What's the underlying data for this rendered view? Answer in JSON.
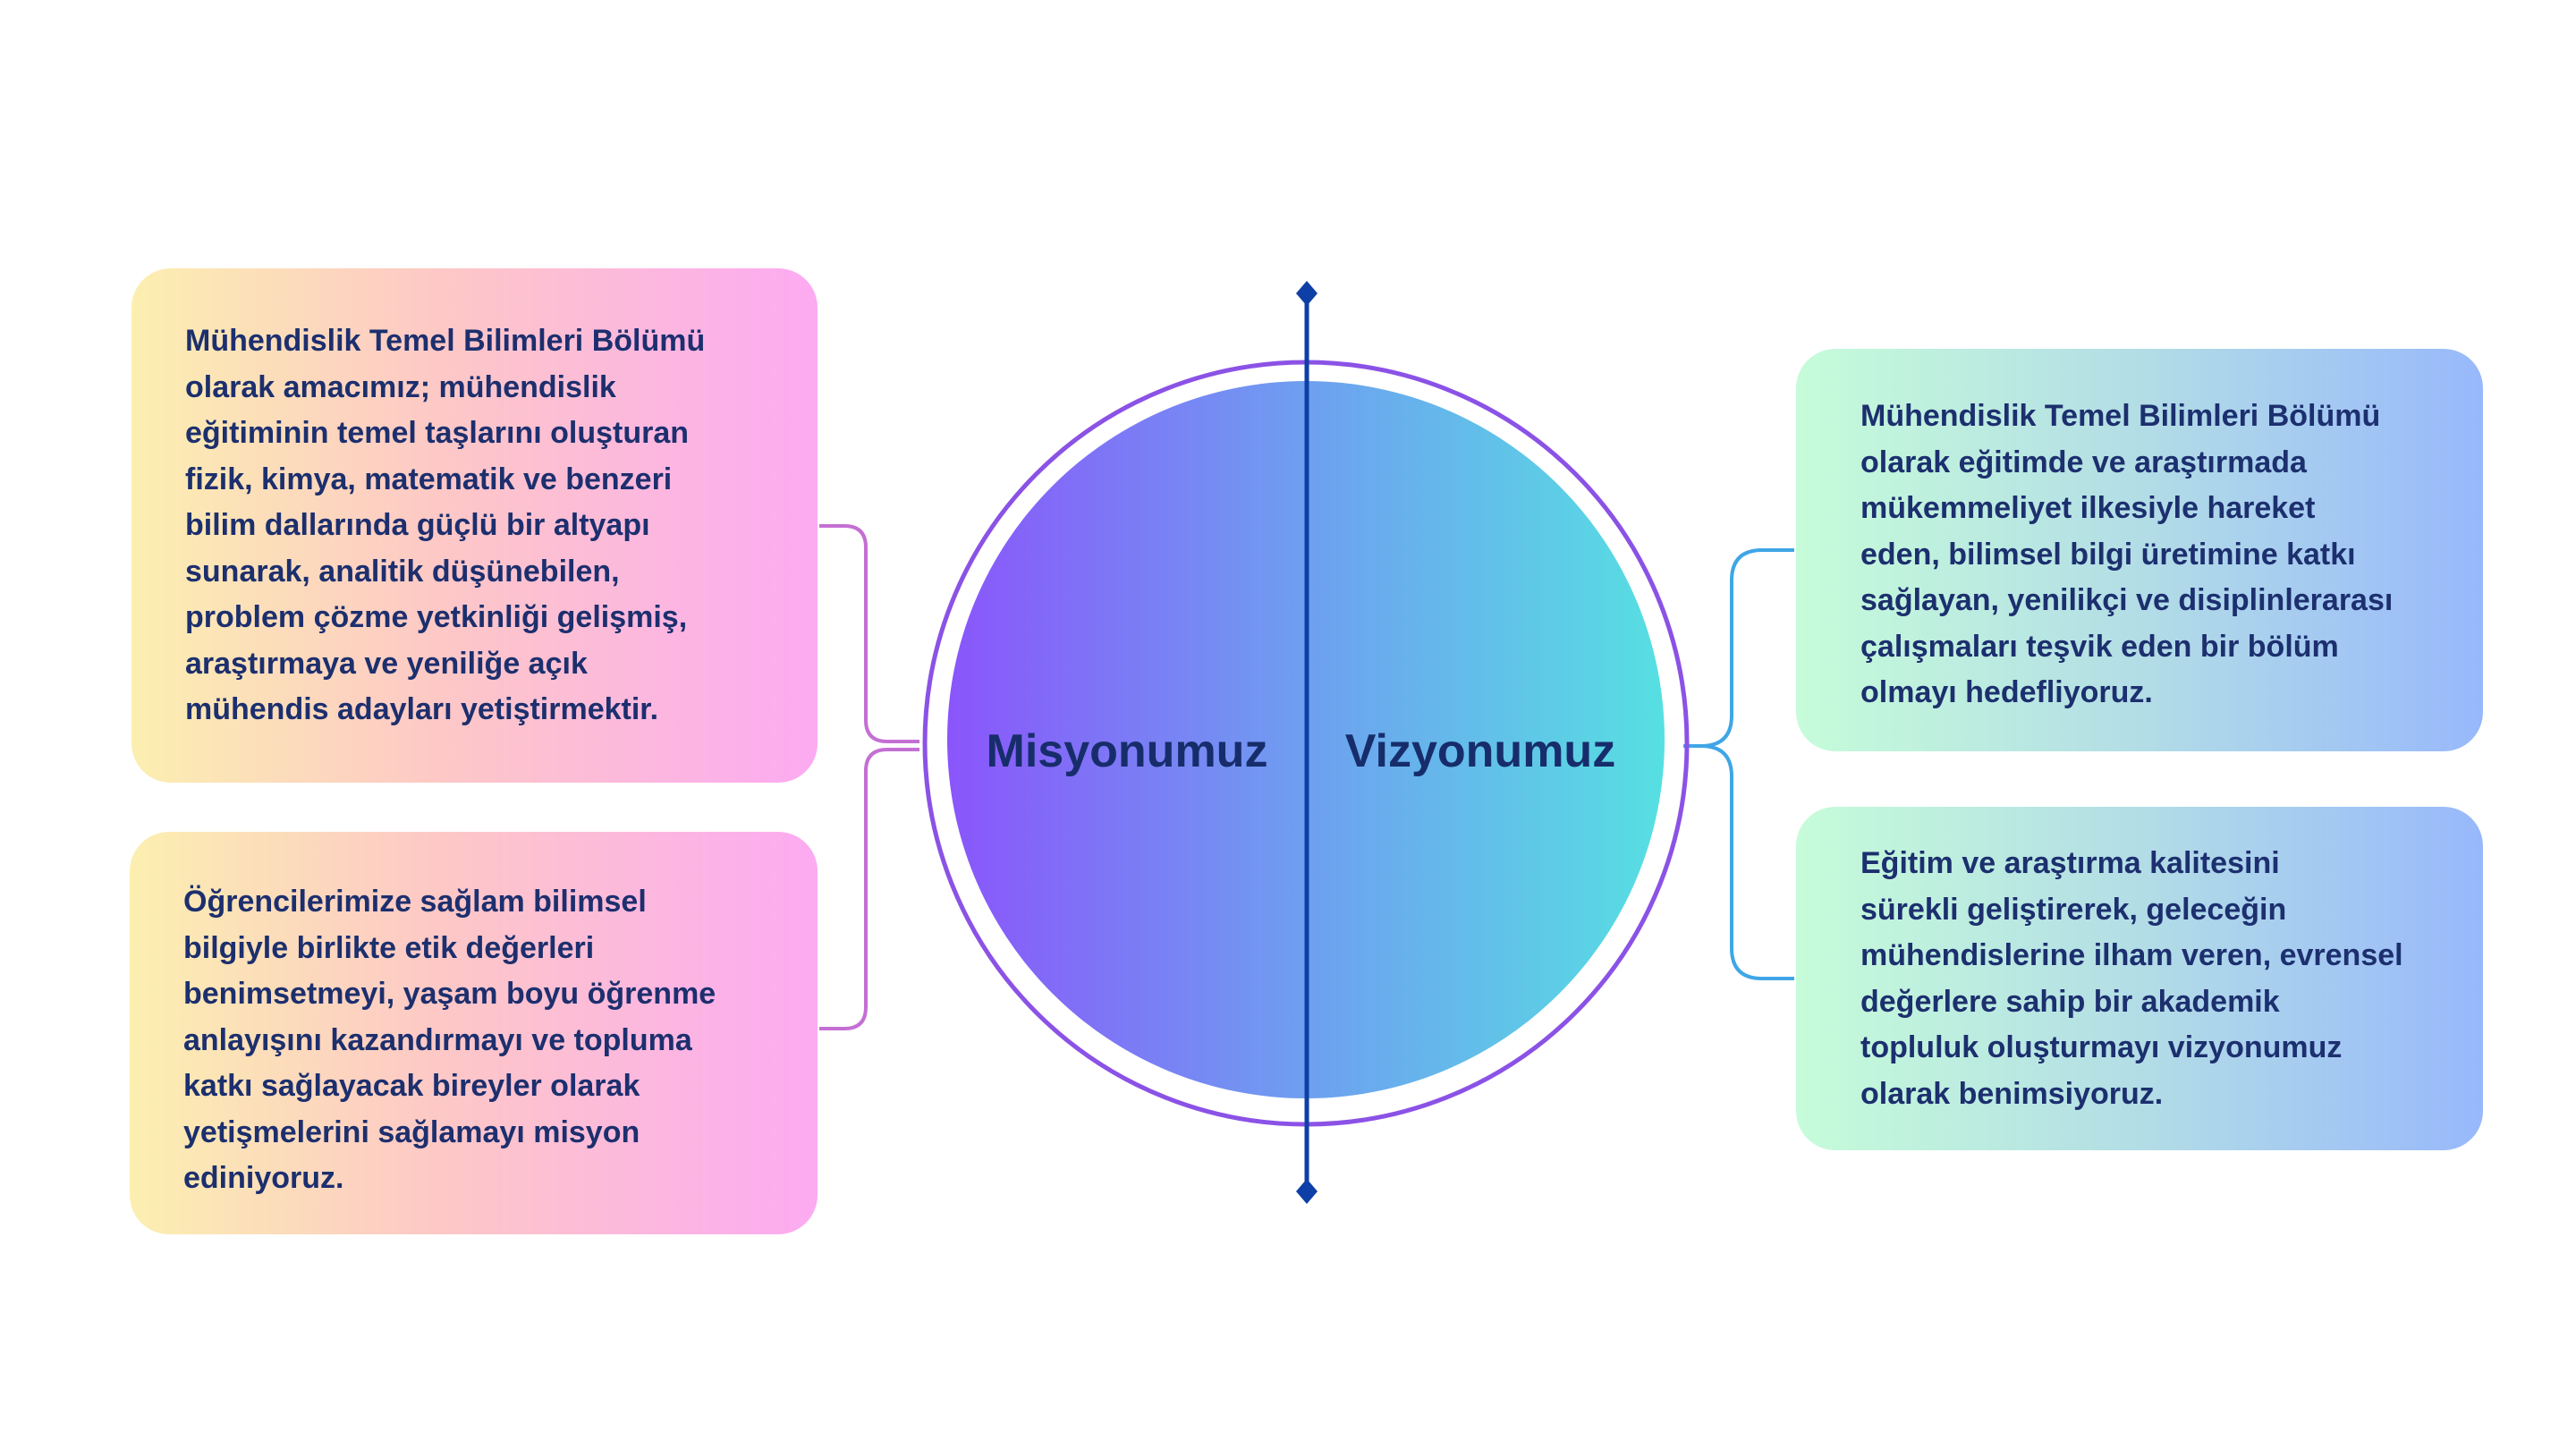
{
  "center": {
    "mission_title": "Misyonumuz",
    "vision_title": "Vizyonumuz"
  },
  "mission_cards": [
    {
      "lines": [
        "Mühendislik Temel Bilimleri Bölümü",
        "olarak amacımız; mühendislik",
        "eğitiminin temel taşlarını oluşturan",
        "fizik, kimya, matematik ve benzeri",
        "bilim dallarında güçlü bir altyapı",
        "sunarak, analitik düşünebilen,",
        "problem çözme yetkinliği gelişmiş,",
        "araştırmaya ve yeniliğe açık",
        "mühendis adayları yetiştirmektir."
      ]
    },
    {
      "lines": [
        "Öğrencilerimize sağlam bilimsel",
        "bilgiyle birlikte etik değerleri",
        "benimsetmeyi, yaşam boyu öğrenme",
        "anlayışını kazandırmayı ve topluma",
        "katkı sağlayacak bireyler olarak",
        "yetişmelerini sağlamayı misyon",
        "ediniyoruz."
      ]
    }
  ],
  "vision_cards": [
    {
      "lines": [
        "Mühendislik Temel Bilimleri Bölümü",
        "olarak eğitimde ve araştırmada",
        "mükemmeliyet ilkesiyle hareket",
        "eden, bilimsel bilgi üretimine katkı",
        "sağlayan, yenilikçi ve disiplinlerarası",
        "çalışmaları teşvik eden bir bölüm",
        "olmayı hedefliyoruz."
      ]
    },
    {
      "lines": [
        "Eğitim ve araştırma kalitesini",
        "sürekli geliştirerek, geleceğin",
        "mühendislerine ilham veren, evrensel",
        "değerlere sahip bir akademik",
        "topluluk oluşturmayı vizyonumuz",
        "olarak benimsiyoruz."
      ]
    }
  ],
  "colors": {
    "text": "#1c2f6e",
    "mission_connector": "#c46fd3",
    "vision_connector": "#3fa6e6",
    "divider": "#0e3fa6",
    "ring": "#8b52e6",
    "circle_left_start": "#8a55fb",
    "circle_right_end": "#56e0e2"
  }
}
